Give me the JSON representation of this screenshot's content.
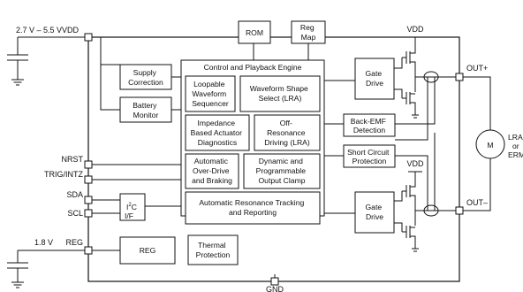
{
  "pins": {
    "vdd_in": "2.7 V – 5.5 VVDD",
    "nrst": "NRST",
    "trig": "TRIG/INTZ",
    "sda": "SDA",
    "scl": "SCL",
    "reg_v": "1.8 V",
    "reg": "REG",
    "gnd": "GND",
    "out_p": "OUT+",
    "out_m": "OUT–",
    "vdd_top": "VDD",
    "vdd_bot": "VDD"
  },
  "blocks": {
    "rom": "ROM",
    "regmap": [
      "Reg",
      "Map"
    ],
    "engine": "Control and Playback Engine",
    "supply": [
      "Supply",
      "Correction"
    ],
    "battery": [
      "Battery",
      "Monitor"
    ],
    "loopable": [
      "Loopable",
      "Waveform",
      "Sequencer"
    ],
    "wshape": [
      "Waveform Shape",
      "Select (LRA)"
    ],
    "impedance": [
      "Impedance",
      "Based Actuator",
      "Diagnostics"
    ],
    "offres": [
      "Off-",
      "Resonance",
      "Driving (LRA)"
    ],
    "autood": [
      "Automatic",
      "Over-Drive",
      "and Braking"
    ],
    "dynamic": [
      "Dynamic and",
      "Programmable",
      "Output Clamp"
    ],
    "tracking": [
      "Automatic Resonance Tracking",
      "and Reporting"
    ],
    "i2c": [
      "I",
      "2",
      "C",
      "I/F"
    ],
    "regblk": "REG",
    "thermal": [
      "Thermal",
      "Protection"
    ],
    "gate_top": [
      "Gate",
      "Drive"
    ],
    "gate_bot": [
      "Gate",
      "Drive"
    ],
    "backemf": [
      "Back-EMF",
      "Detection"
    ],
    "short": [
      "Short Circuit",
      "Protection"
    ],
    "motor": "M",
    "load": [
      "LRA",
      "or",
      "ERM"
    ]
  }
}
